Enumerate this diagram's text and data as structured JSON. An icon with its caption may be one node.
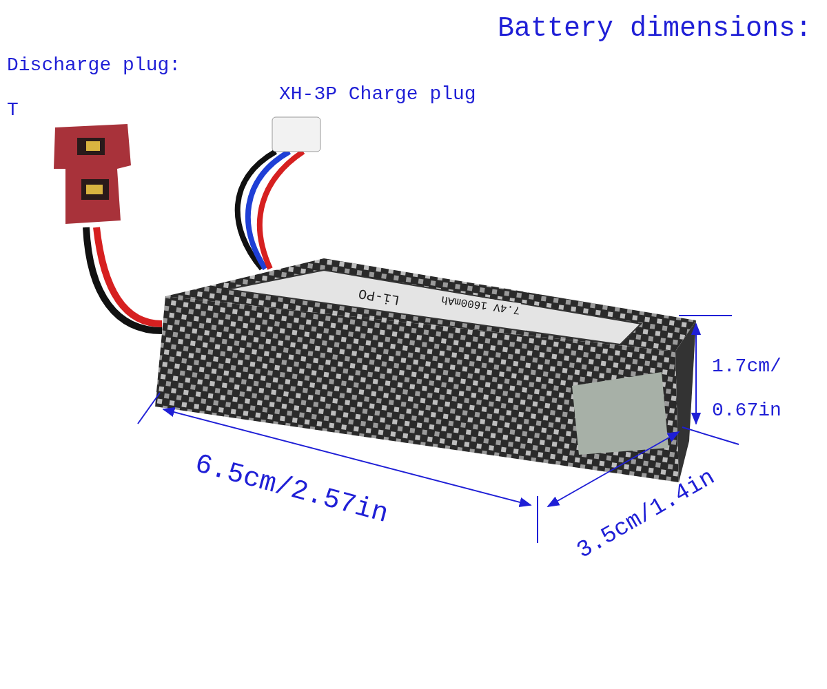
{
  "diagram": {
    "title": "Battery dimensions:",
    "labels": [
      "Discharge plug:",
      "T",
      "XH-3P Charge plug",
      "Li-PO",
      "7.4V 1600mAh",
      "6.5cm/2.57in",
      "3.5cm/1.4in",
      "1.7cm/ 0.67in"
    ]
  }
}
